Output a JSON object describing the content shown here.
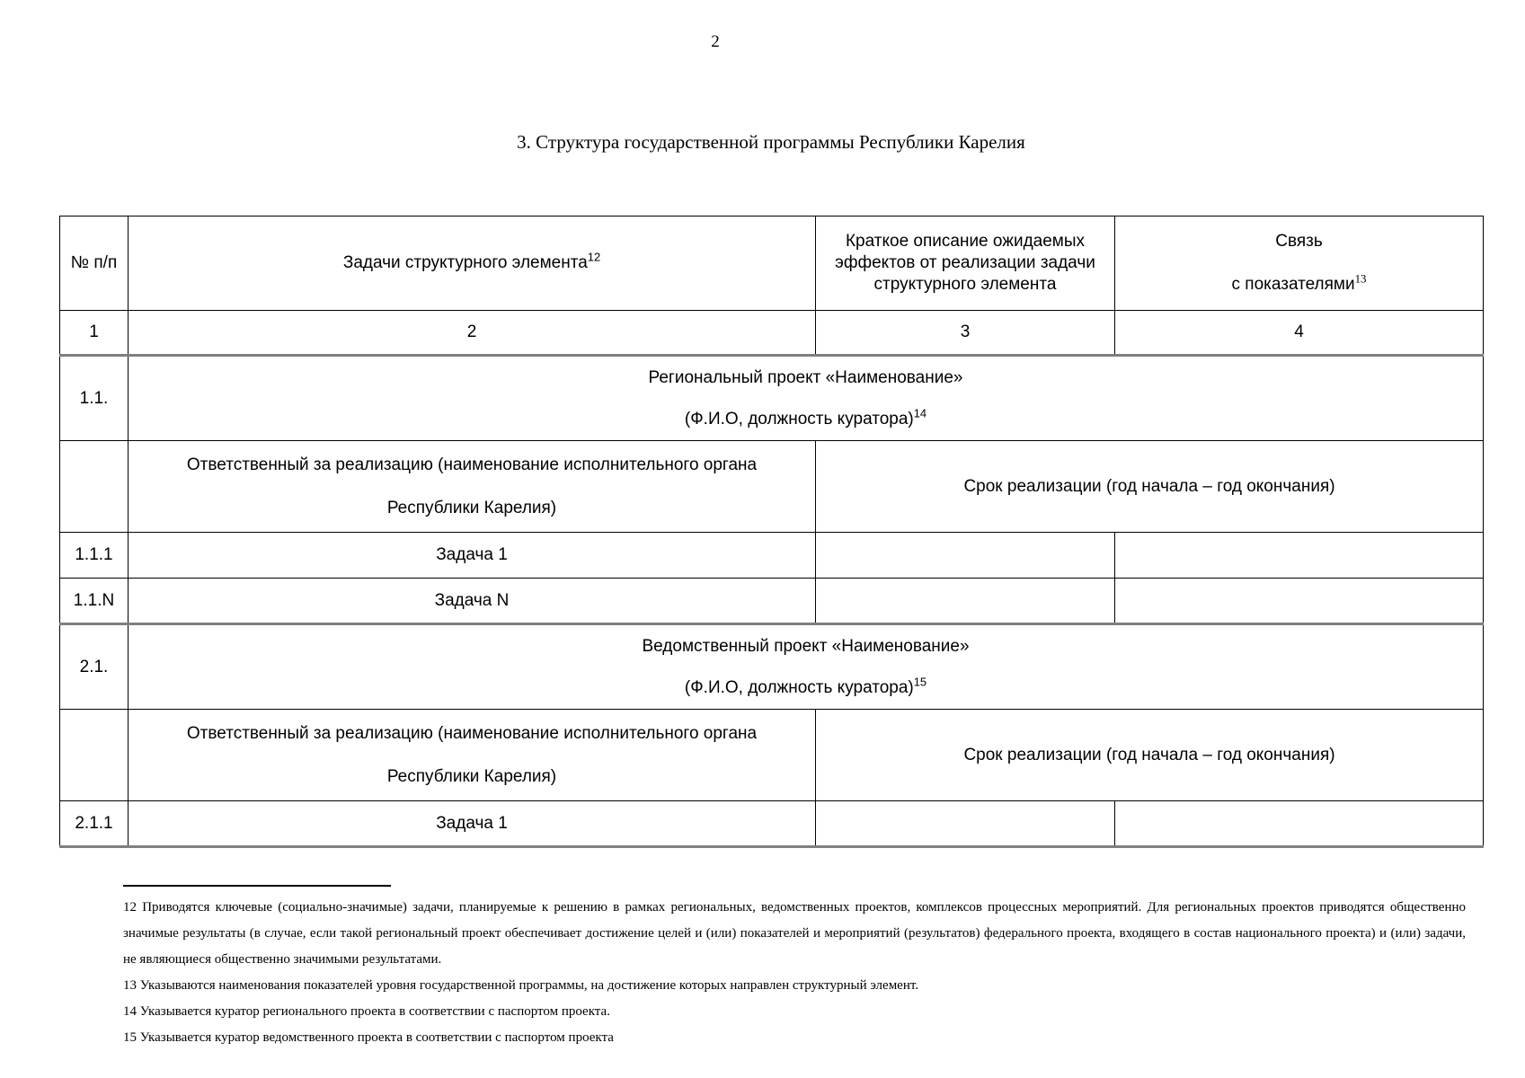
{
  "page": {
    "number": "2",
    "title": "3. Структура государственной программы Республики Карелия"
  },
  "colors": {
    "background": "#ffffff",
    "text": "#000000",
    "table_border": "#000000",
    "section_divider": "#7f7f7f"
  },
  "table": {
    "header": {
      "num": "№ п/п",
      "tasks": {
        "text": "Задачи структурного элемента",
        "sup": "12"
      },
      "effects": "Краткое описание ожидаемых эффектов от реализации задачи структурного элемента",
      "link": {
        "line1": "Связь",
        "line2": "с показателями",
        "sup": "13"
      }
    },
    "column_numbers": [
      "1",
      "2",
      "3",
      "4"
    ],
    "sections": [
      {
        "num": "1.1.",
        "project": {
          "line1": "Региональный проект «Наименование»",
          "line2": "(Ф.И.О, должность куратора)",
          "sup": "14"
        },
        "responsible": {
          "line1": "Ответственный за реализацию (наименование исполнительного органа",
          "line2": "Республики Карелия)"
        },
        "term": "Срок реализации (год начала – год окончания)",
        "tasks": [
          {
            "num": "1.1.1",
            "label": "Задача 1"
          },
          {
            "num": "1.1.N",
            "label": "Задача N"
          }
        ]
      },
      {
        "num": "2.1.",
        "project": {
          "line1": "Ведомственный проект «Наименование»",
          "line2": "(Ф.И.О, должность куратора)",
          "sup": "15"
        },
        "responsible": {
          "line1": "Ответственный за реализацию (наименование исполнительного органа",
          "line2": "Республики Карелия)"
        },
        "term": "Срок реализации (год начала – год окончания)",
        "tasks": [
          {
            "num": "2.1.1",
            "label": "Задача 1"
          }
        ]
      }
    ]
  },
  "footnotes": [
    {
      "num": "12",
      "text": "Приводятся ключевые (социально-значимые) задачи, планируемые к решению в рамках региональных, ведомственных проектов, комплексов процессных мероприятий. Для региональных проектов приводятся общественно значимые результаты (в случае, если такой региональный проект обеспечивает достижение целей и (или) показателей и мероприятий (результатов) федерального проекта, входящего в состав национального проекта) и (или) задачи, не являющиеся общественно значимыми результатами."
    },
    {
      "num": "13",
      "text": "Указываются наименования показателей уровня государственной программы, на достижение которых направлен структурный элемент."
    },
    {
      "num": "14",
      "text": "Указывается куратор регионального проекта в соответствии с паспортом проекта."
    },
    {
      "num": "15",
      "text": "Указывается куратор ведомственного проекта в соответствии с паспортом проекта"
    }
  ]
}
